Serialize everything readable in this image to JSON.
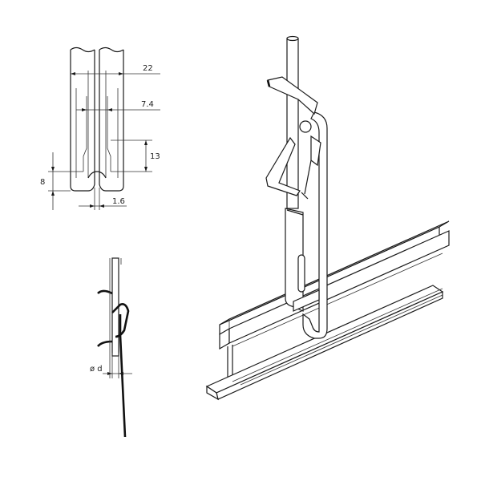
{
  "dimensions": {
    "width_22": "22",
    "width_7_4": "7.4",
    "height_13": "13",
    "height_8": "8",
    "gap_1_6": "1.6",
    "diameter": "ø d"
  },
  "colors": {
    "ink": "#1a1a1a",
    "background": "#ffffff",
    "shade": "#e9e9e9"
  }
}
